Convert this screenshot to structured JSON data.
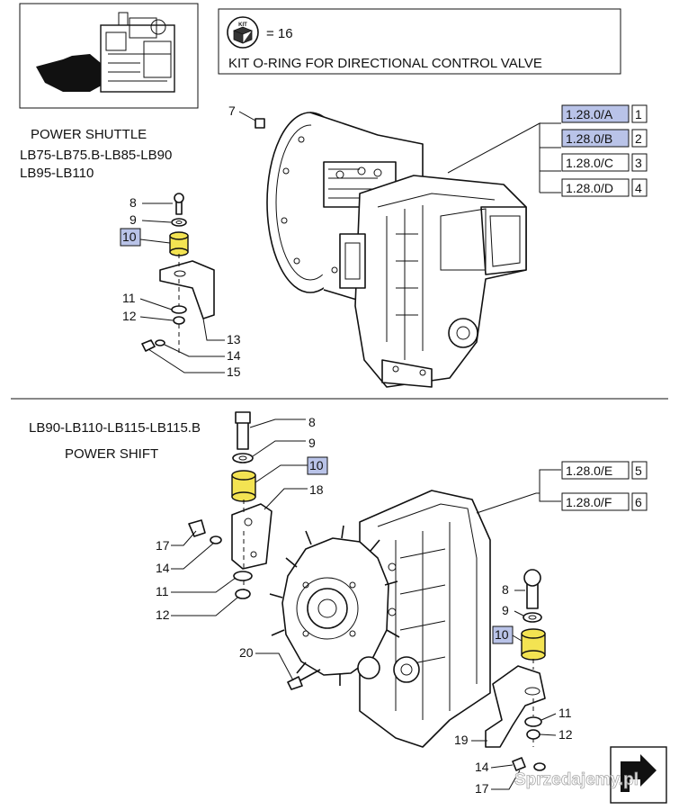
{
  "kit": {
    "icon_label": "KIT",
    "quantity": "= 16",
    "title": "KIT O-RING FOR DIRECTIONAL CONTROL VALVE"
  },
  "upper": {
    "heading": "POWER SHUTTLE",
    "models_line1": "LB75-LB75.B-LB85-LB90",
    "models_line2": "LB95-LB110",
    "callouts": [
      "7",
      "8",
      "9",
      "10",
      "11",
      "12",
      "13",
      "14",
      "15"
    ],
    "references": [
      {
        "code": "1.28.0/A",
        "index": "1",
        "highlighted": true
      },
      {
        "code": "1.28.0/B",
        "index": "2",
        "highlighted": true
      },
      {
        "code": "1.28.0/C",
        "index": "3",
        "highlighted": false
      },
      {
        "code": "1.28.0/D",
        "index": "4",
        "highlighted": false
      }
    ]
  },
  "lower": {
    "models": "LB90-LB110-LB115-LB115.B",
    "heading": "POWER SHIFT",
    "callouts_left": [
      "8",
      "9",
      "10",
      "18",
      "17",
      "14",
      "11",
      "12",
      "20"
    ],
    "callouts_right": [
      "8",
      "9",
      "10",
      "11",
      "12",
      "19",
      "14",
      "17"
    ],
    "references": [
      {
        "code": "1.28.0/E",
        "index": "5",
        "highlighted": false
      },
      {
        "code": "1.28.0/F",
        "index": "6",
        "highlighted": false
      }
    ]
  },
  "watermark": "Sprzedajemy.pl",
  "colors": {
    "highlight": "#b9c3e8",
    "seal_part": "#f3e352",
    "line": "#111111"
  }
}
